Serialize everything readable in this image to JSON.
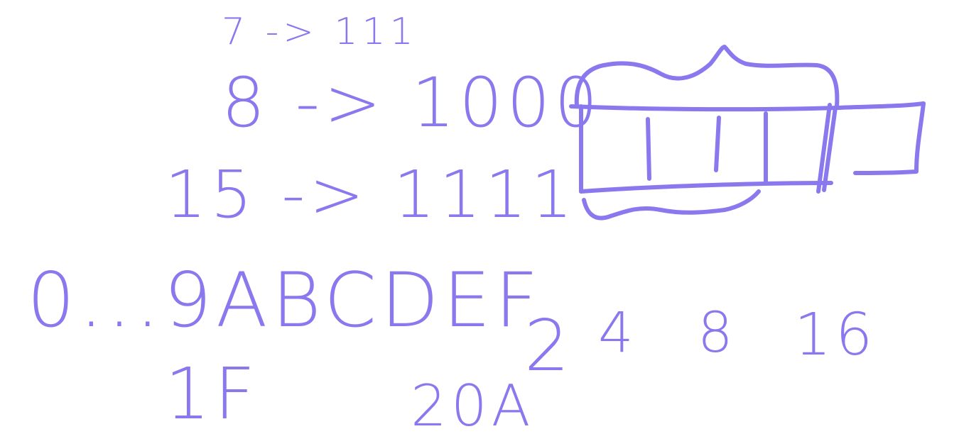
{
  "ink_color": "#8a78ee",
  "lines": {
    "seven": "7 -> 111",
    "eight": "8 -> 1000",
    "fifteen": "15 -> 1111",
    "digits": "0...9ABCDEF",
    "one_f": "1F",
    "two_o_a": "20A",
    "powers": [
      "2",
      "4",
      "8",
      "16"
    ]
  }
}
